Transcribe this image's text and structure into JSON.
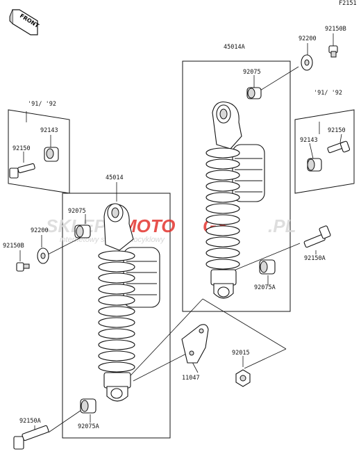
{
  "figure_code": "F2151",
  "front_badge": "FRONT",
  "watermark": {
    "brand_left": "SKLEP",
    "brand_mid": "MOTO",
    "brand_right": "GS",
    "brand_tld": ".PL",
    "tagline": "internetowy sklep motocyklowy",
    "color_gray": "#d9d9d9",
    "color_red": "#e3342f"
  },
  "labels": {
    "p92150B_top": "92150B",
    "p92200_top": "92200",
    "p45014A": "45014A",
    "p92075_top": "92075",
    "note_right": "'91/ '92",
    "p92143_right": "92143",
    "p92150_right": "92150",
    "note_left": "'91/ '92",
    "p92143_left": "92143",
    "p92150_left": "92150",
    "p45014": "45014",
    "p92075_left": "92075",
    "p92200_left": "92200",
    "p92150B_left": "92150B",
    "p92150A_right": "92150A",
    "p92075A_right": "92075A",
    "p92015": "92015",
    "p11047": "11047",
    "p92150A_bottom": "92150A",
    "p92075A_bottom": "92075A"
  }
}
